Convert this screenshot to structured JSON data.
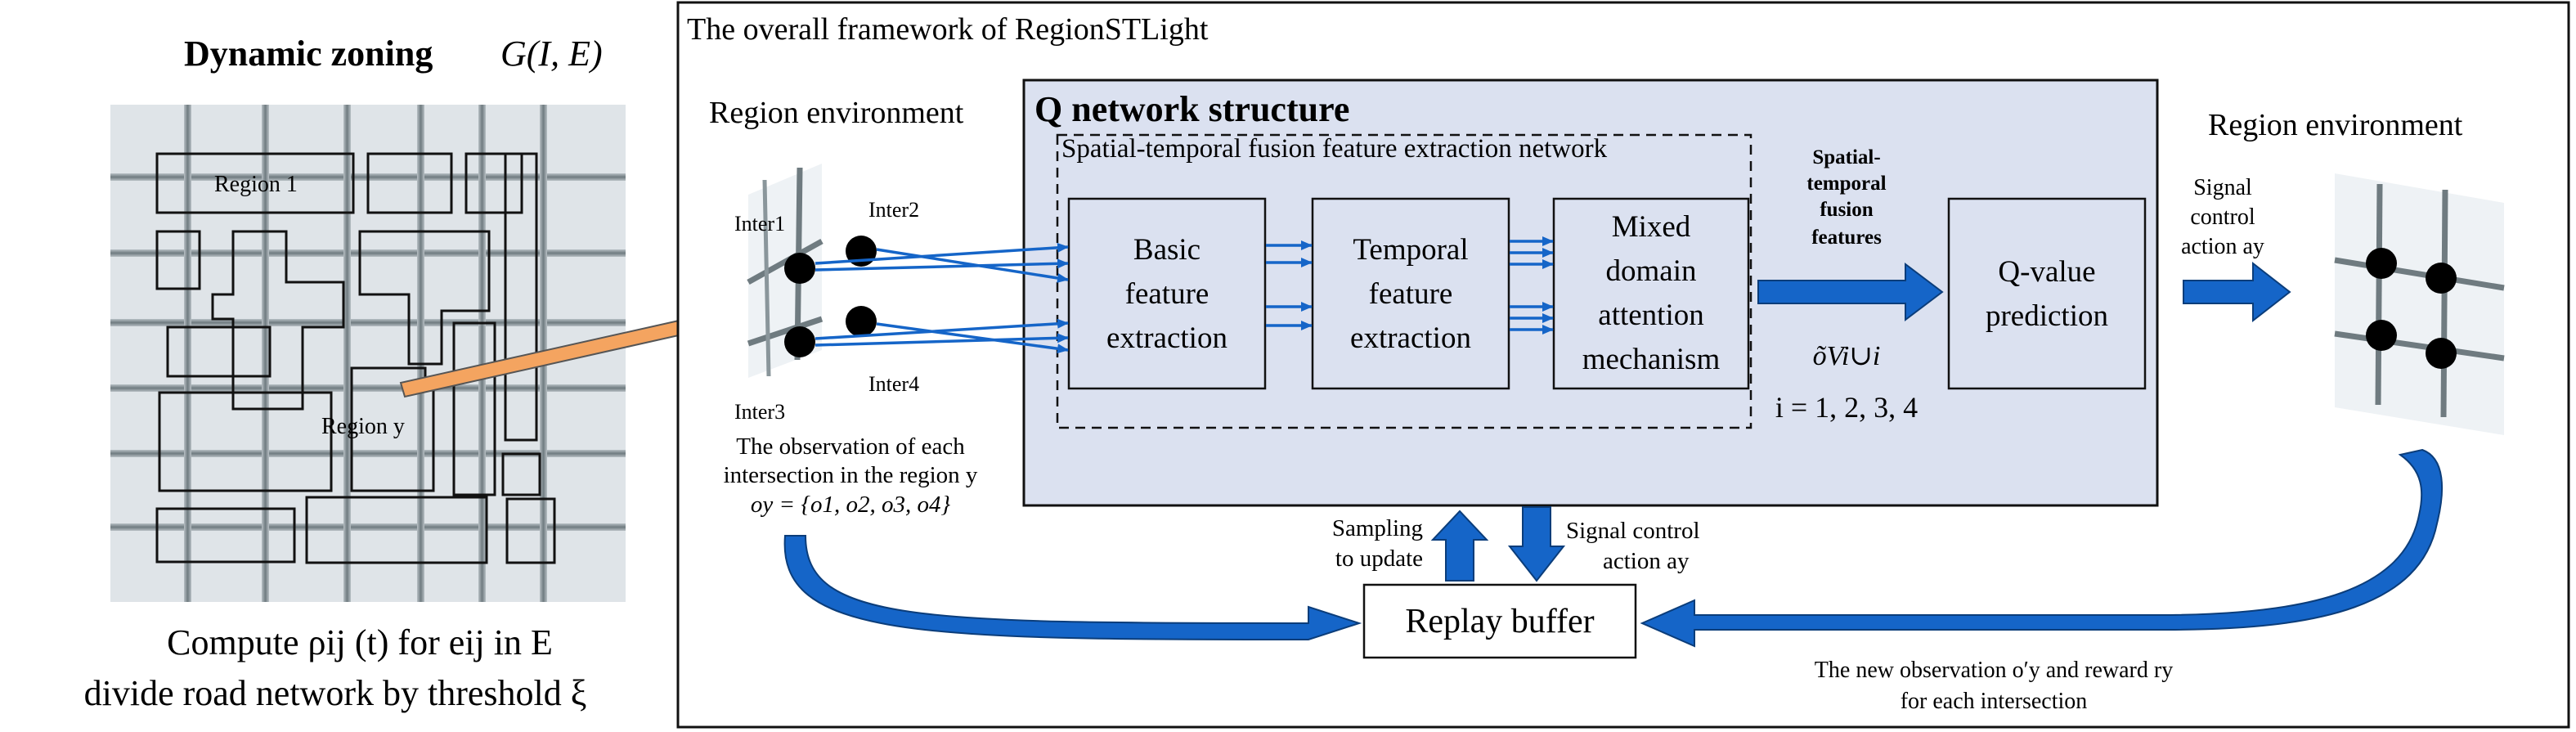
{
  "left_panel": {
    "title_bold": "Dynamic zoning",
    "title_formula": "G(I, E)",
    "region1_label": "Region 1",
    "regiony_label": "Region y",
    "caption_line1": "Compute ρij (t) for eij in E",
    "caption_line2": "divide road network by threshold ξ"
  },
  "framework": {
    "title": "The overall framework of RegionSTLight",
    "region_env_left": "Region environment",
    "region_env_right": "Region environment",
    "inter_labels": [
      "Inter1",
      "Inter2",
      "Inter3",
      "Inter4"
    ],
    "observation_line1": "The observation of each",
    "observation_line2": "intersection in the region y",
    "observation_formula": "oy = {o1, o2, o3, o4}",
    "q_network_title": "Q network structure",
    "fusion_network_title": "Spatial-temporal fusion feature extraction network",
    "modules": [
      {
        "lines": [
          "Basic",
          "feature",
          "extraction"
        ]
      },
      {
        "lines": [
          "Temporal",
          "feature",
          "extraction"
        ]
      },
      {
        "lines": [
          "Mixed",
          "domain",
          "attention",
          "mechanism"
        ]
      }
    ],
    "fusion_features_lines": [
      "Spatial-",
      "temporal",
      "fusion",
      "features"
    ],
    "fusion_symbol": "õVi∪i",
    "index_text": "i = 1, 2, 3, 4",
    "qvalue_lines": [
      "Q-value",
      "prediction"
    ],
    "signal_action_right_lines": [
      "Signal",
      "control",
      "action ay"
    ],
    "sampling_lines": [
      "Sampling",
      "to update"
    ],
    "signal_action_bottom_lines": [
      "Signal control",
      "action ay"
    ],
    "replay_buffer": "Replay buffer",
    "new_obs_line1": "The new observation o′y and reward ry",
    "new_obs_line2": "for each intersection"
  },
  "colors": {
    "q_network_fill": "#dbe1f0",
    "arrow_blue": "#1565c8",
    "arrow_orange": "#f4a460",
    "road_gray": "#7f8c8d"
  }
}
